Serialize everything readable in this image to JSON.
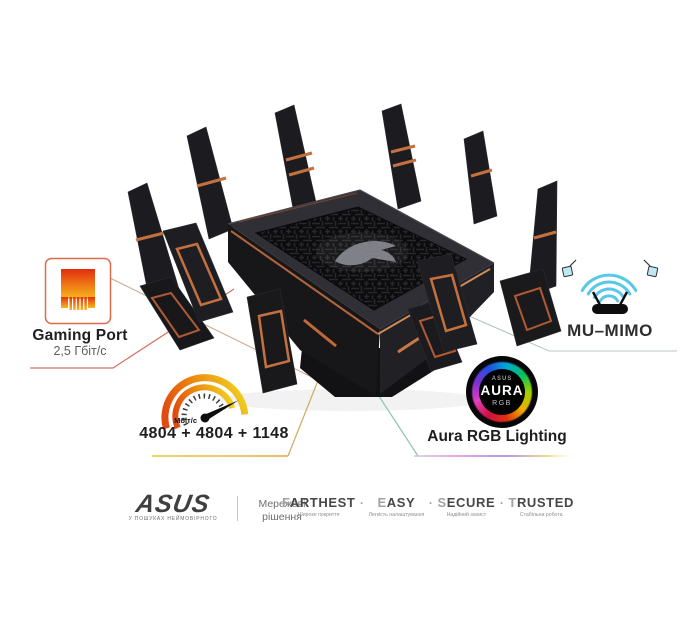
{
  "callouts": {
    "gaming_port": {
      "title": "Gaming Port",
      "subtitle": "2,5 Гбіт/с",
      "icon": "ethernet-port-icon",
      "accent_color": "#e4541c"
    },
    "speed": {
      "label": "4804 + 4804 + 1148",
      "gauge_unit": "Мбіт/с",
      "icon": "speedometer-icon",
      "gauge_colors": [
        "#e04c10",
        "#ec8c10",
        "#f0d020"
      ]
    },
    "aura": {
      "label": "Aura RGB Lighting",
      "logo": {
        "brand": "ASUS",
        "word": "AURA",
        "sub": "RGB"
      },
      "icon": "aura-rgb-logo"
    },
    "mumimo": {
      "label": "MU–MIMO",
      "icon": "mu-mimo-icon",
      "wifi_color": "#58c8e8"
    }
  },
  "product": {
    "icon": "rog-eye-icon",
    "body_color": "#1c1c20",
    "trim_color": "#c4713f"
  },
  "footer": {
    "brand": "ASUS",
    "brand_tagline": "У ПОШУКАХ НЕЙМОВІРНОГО",
    "solutions_line1": "Мережеві",
    "solutions_line2": "рішення",
    "separator": "·",
    "values": [
      {
        "word": "FARTHEST",
        "subtitle": "Широке покриття"
      },
      {
        "word": "EASY",
        "subtitle": "Легкість налаштування"
      },
      {
        "word": "SECURE",
        "subtitle": "Надійний захист"
      },
      {
        "word": "TRUSTED",
        "subtitle": "Стабільна робота"
      }
    ]
  }
}
